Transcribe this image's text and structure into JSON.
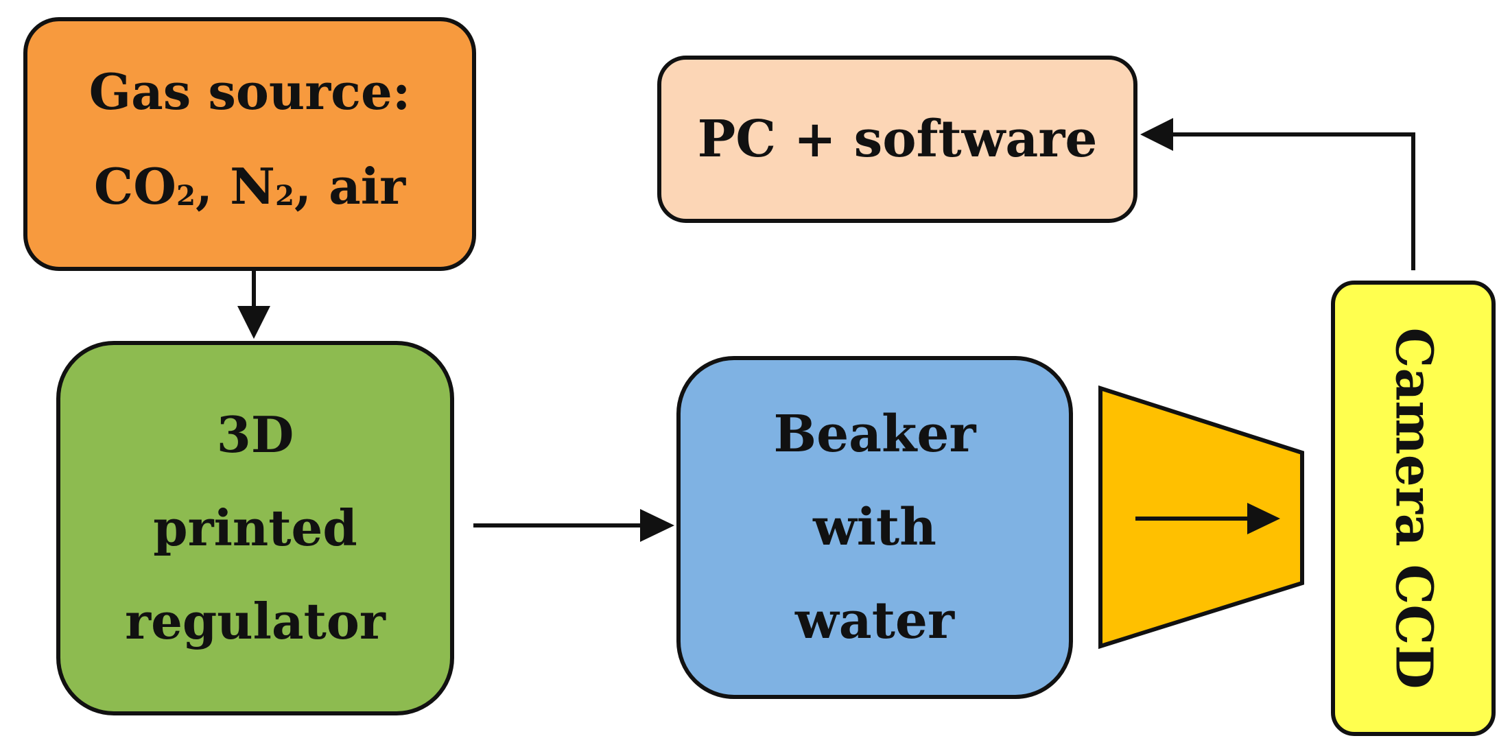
{
  "colors": {
    "gas_source_fill": "#F79A3E",
    "pc_fill": "#FCD6B6",
    "regulator_fill": "#8DBB50",
    "beaker_fill": "#7FB2E3",
    "lens_fill": "#FFC000",
    "camera_fill": "#FFFF4F",
    "stroke": "#111111"
  },
  "nodes": {
    "gas_source": {
      "line1": "Gas source:",
      "line2": {
        "co": "CO",
        "sub1": "2",
        "mid": ", N",
        "sub2": "2",
        "end": ", air"
      }
    },
    "pc": {
      "label": "PC + software"
    },
    "regulator": {
      "line1": "3D",
      "line2": "printed",
      "line3": "regulator"
    },
    "beaker": {
      "line1": "Beaker",
      "line2": "with",
      "line3": "water"
    },
    "camera": {
      "label": "Camera CCD"
    }
  },
  "edges": [
    {
      "from": "gas_source",
      "to": "regulator"
    },
    {
      "from": "regulator",
      "to": "beaker"
    },
    {
      "from": "lens",
      "to": "camera"
    },
    {
      "from": "camera",
      "to": "pc"
    }
  ],
  "icons": {
    "lens": "lens-trapezoid-icon"
  }
}
